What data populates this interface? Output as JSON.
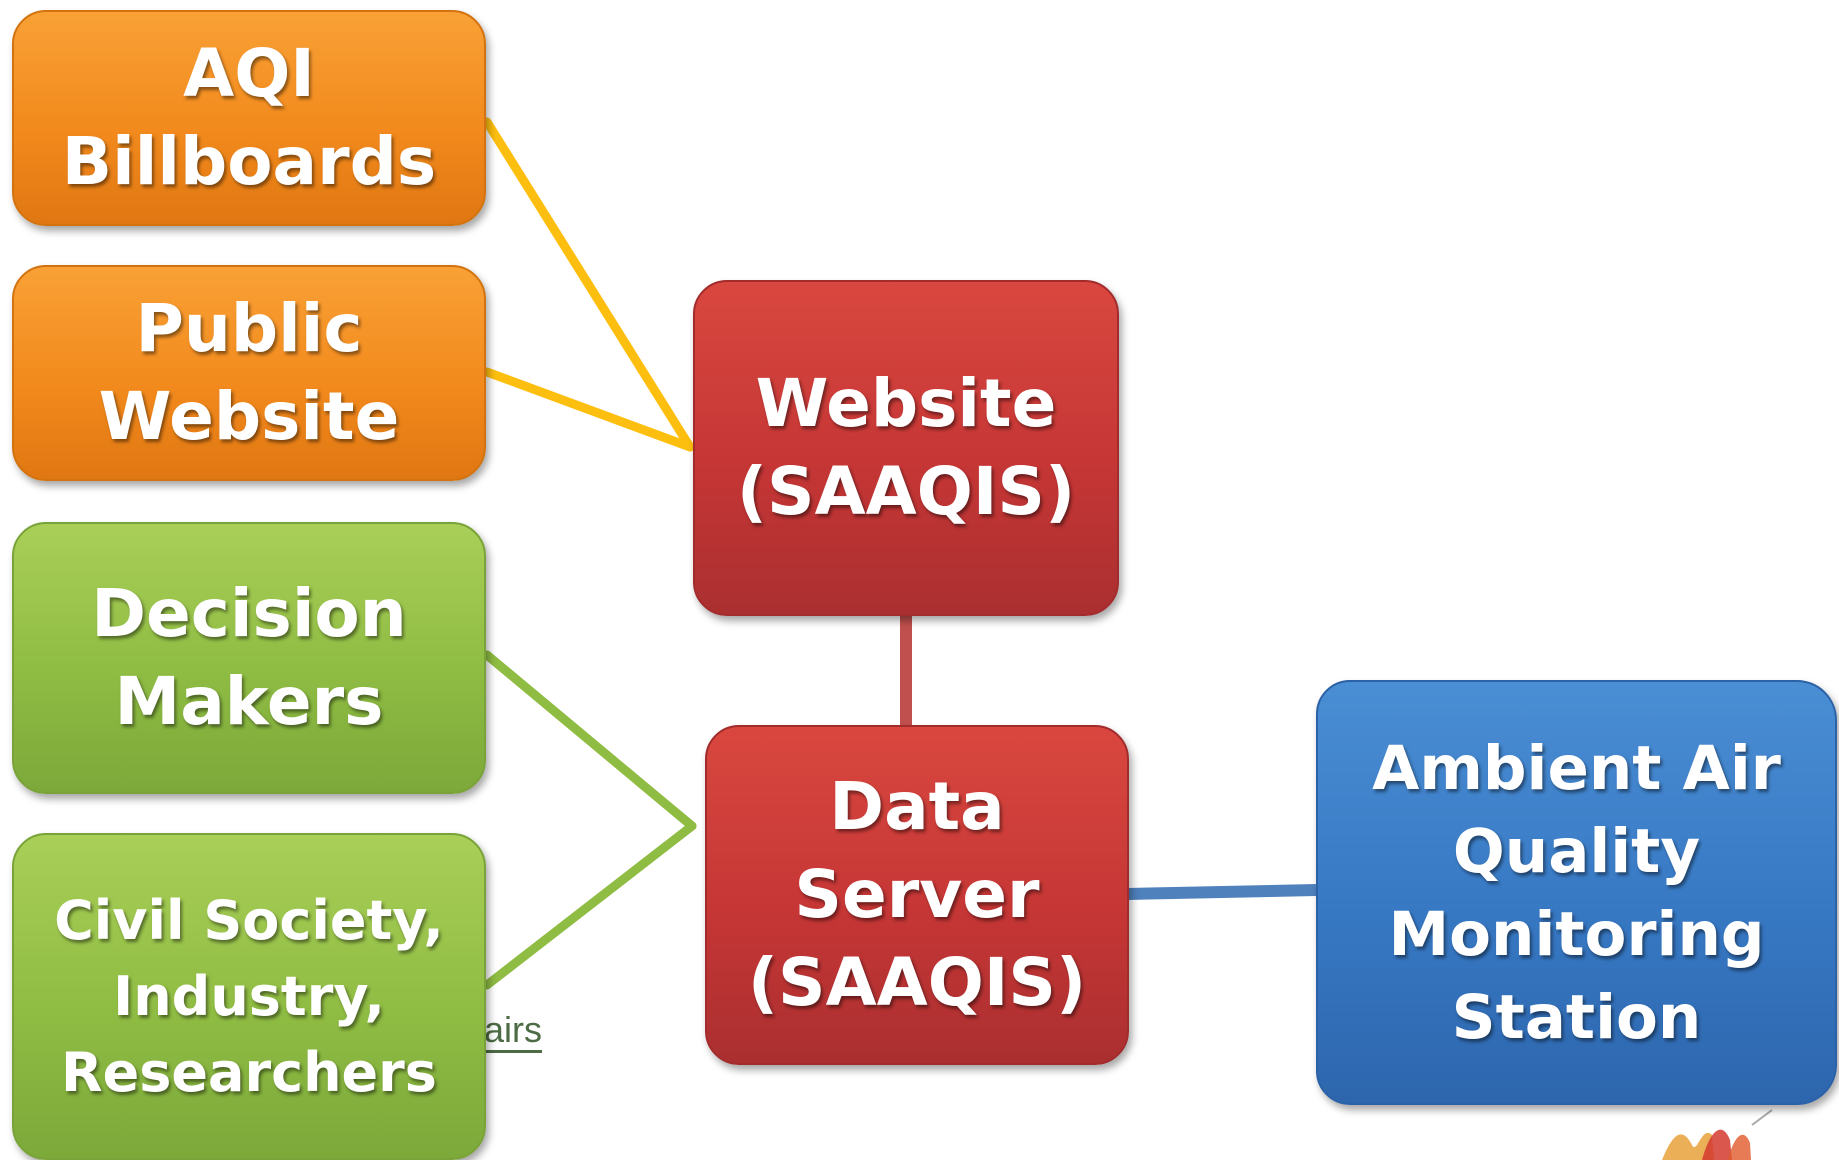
{
  "diagram": {
    "nodes": {
      "aqi_billboards": {
        "lines": [
          "AQI",
          "Billboards"
        ],
        "color": "#f28a1d"
      },
      "public_website": {
        "lines": [
          "Public",
          "Website"
        ],
        "color": "#f28a1d"
      },
      "decision_makers": {
        "lines": [
          "Decision",
          "Makers"
        ],
        "color": "#8fbc43"
      },
      "civil_society": {
        "lines": [
          "Civil Society,",
          "Industry,",
          "Researchers"
        ],
        "color": "#8fbc43"
      },
      "website_saaqis": {
        "lines": [
          "Website",
          "(SAAQIS)"
        ],
        "color": "#c53635"
      },
      "data_server": {
        "lines": [
          "Data",
          "Server",
          "(SAAQIS)"
        ],
        "color": "#c53635"
      },
      "monitoring_station": {
        "lines": [
          "Ambient Air",
          "Quality",
          "Monitoring",
          "Station"
        ],
        "color": "#3778c3"
      }
    },
    "edges": [
      {
        "from": "aqi_billboards",
        "to": "website_saaqis",
        "color": "#fdbf0f"
      },
      {
        "from": "public_website",
        "to": "website_saaqis",
        "color": "#fdbf0f"
      },
      {
        "from": "decision_makers",
        "to": "data_server",
        "color": "#8fbc43"
      },
      {
        "from": "civil_society",
        "to": "data_server",
        "color": "#8fbc43"
      },
      {
        "from": "website_saaqis",
        "to": "data_server",
        "color": "#c0504d"
      },
      {
        "from": "data_server",
        "to": "monitoring_station",
        "color": "#4f81bd"
      }
    ],
    "background_fragment": "airs"
  }
}
